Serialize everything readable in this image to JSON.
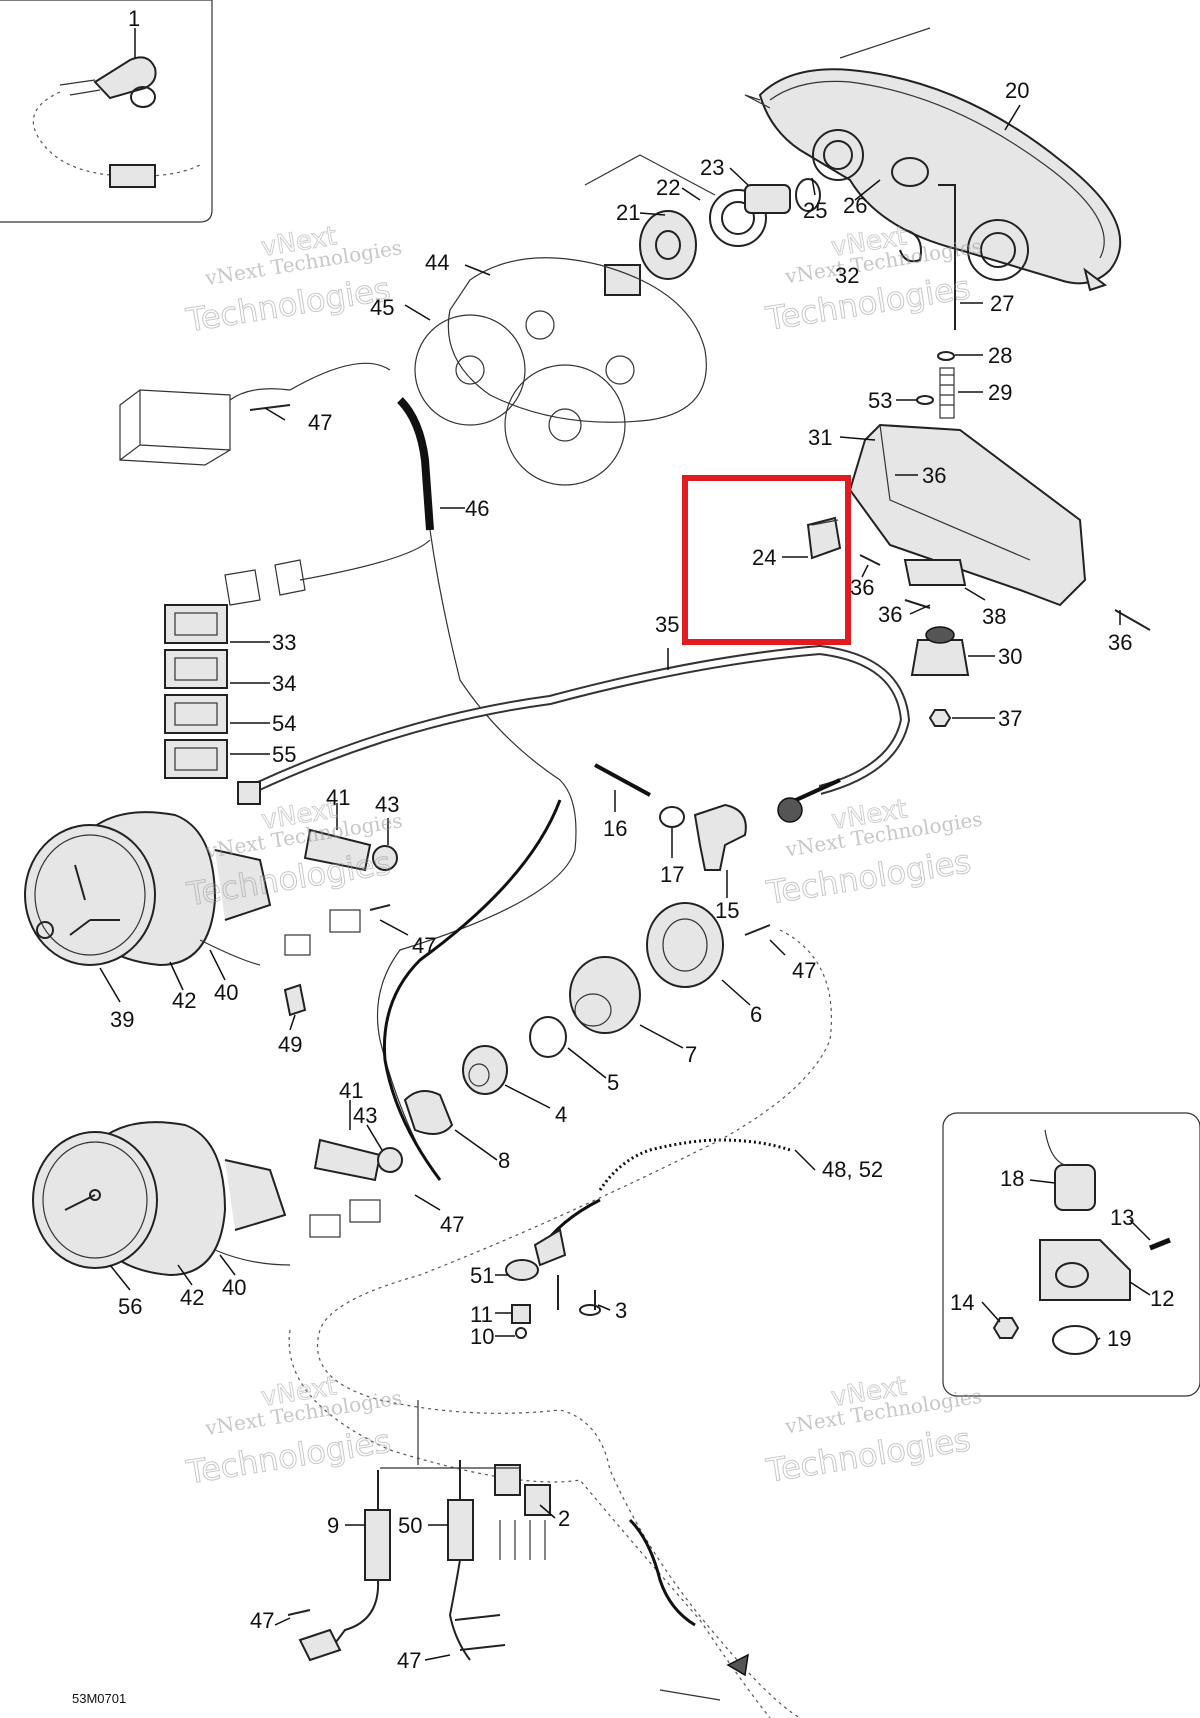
{
  "ref_code": "53M0701",
  "watermark": {
    "line1": "vNext Technologies",
    "line2": "Technologies",
    "line3": "vNext"
  },
  "highlight": {
    "color": "#e11b22",
    "label": "24"
  },
  "callouts": {
    "c1": "1",
    "c20": "20",
    "c21": "21",
    "c22": "22",
    "c23": "23",
    "c25": "25",
    "c26": "26",
    "c44": "44",
    "c45": "45",
    "c32": "32",
    "c27": "27",
    "c28": "28",
    "c29": "29",
    "c53": "53",
    "c47a": "47",
    "c31": "31",
    "c36a": "36",
    "c46": "46",
    "c24": "24",
    "c36b": "36",
    "c36c": "36",
    "c38": "38",
    "c36d": "36",
    "c35": "35",
    "c33": "33",
    "c30": "30",
    "c34": "34",
    "c54": "54",
    "c37": "37",
    "c55": "55",
    "c41a": "41",
    "c43a": "43",
    "c16": "16",
    "c17": "17",
    "c15": "15",
    "c47b": "47",
    "c47c": "47",
    "c39": "39",
    "c42a": "42",
    "c40a": "40",
    "c6": "6",
    "c49": "49",
    "c7": "7",
    "c5": "5",
    "c41b": "41",
    "c43b": "43",
    "c4": "4",
    "c8": "8",
    "c4852": "48, 52",
    "c18": "18",
    "c47d": "47",
    "c13": "13",
    "c51": "51",
    "c3": "3",
    "c12": "12",
    "c11": "11",
    "c14": "14",
    "c10": "10",
    "c19": "19",
    "c56": "56",
    "c42b": "42",
    "c40b": "40",
    "c9": "9",
    "c50": "50",
    "c2": "2",
    "c47e": "47",
    "c47f": "47"
  }
}
